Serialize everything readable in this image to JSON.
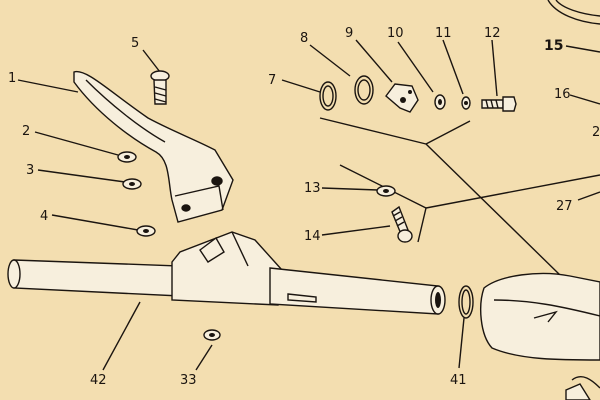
{
  "labels": {
    "l1": "1",
    "l2": "2",
    "l3": "3",
    "l4": "4",
    "l5": "5",
    "l7": "7",
    "l8": "8",
    "l9": "9",
    "l10": "10",
    "l11": "11",
    "l12": "12",
    "l13": "13",
    "l14": "14",
    "l15": "15",
    "l16": "16",
    "l2b": "2",
    "l27": "27",
    "l33": "33",
    "l41": "41",
    "l42": "42"
  },
  "colors": {
    "paper": "#f3deb0",
    "ink": "#1b1510",
    "part_fill": "#f7efdd"
  }
}
